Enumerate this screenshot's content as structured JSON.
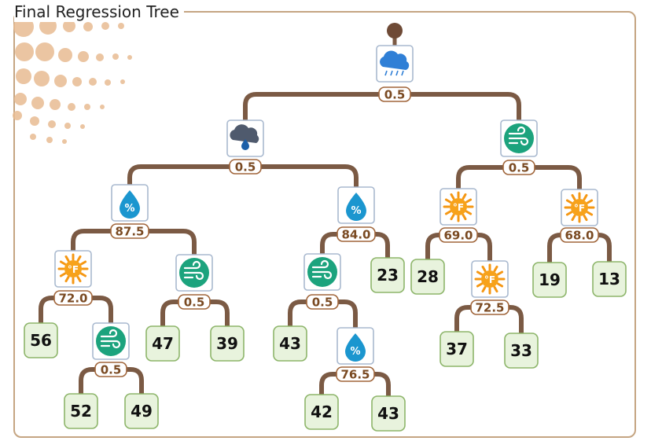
{
  "title": "Final Regression Tree",
  "colors": {
    "branch": "#7b5a44",
    "label_border": "#a0653a",
    "label_text": "#7a4a22",
    "leaf_fill": "#e8f3dd",
    "leaf_border": "#8db56a",
    "icon_bg": "#ffffff",
    "icon_border": "#a9b9cf",
    "dots": "#e8bb92"
  },
  "nodes": [
    {
      "id": "root",
      "icon": "rain-cloud-icon",
      "value": "0.5"
    },
    {
      "id": "L",
      "icon": "cloud-drop-icon",
      "value": "0.5"
    },
    {
      "id": "R",
      "icon": "wind-icon",
      "value": "0.5"
    },
    {
      "id": "LL",
      "icon": "humidity-icon",
      "value": "87.5"
    },
    {
      "id": "LR",
      "icon": "humidity-icon",
      "value": "84.0"
    },
    {
      "id": "RL",
      "icon": "temperature-icon",
      "value": "69.0"
    },
    {
      "id": "RR",
      "icon": "temperature-icon",
      "value": "68.0"
    },
    {
      "id": "LLL",
      "icon": "temperature-icon",
      "value": "72.0"
    },
    {
      "id": "LLR",
      "icon": "wind-icon",
      "value": "0.5"
    },
    {
      "id": "LRL",
      "icon": "wind-icon",
      "value": "0.5"
    },
    {
      "id": "LLLR",
      "icon": "wind-icon",
      "value": "0.5"
    },
    {
      "id": "LRLR",
      "icon": "humidity-icon",
      "value": "76.5"
    },
    {
      "id": "RLR",
      "icon": "temperature-icon",
      "value": "72.5"
    }
  ],
  "leaves": [
    {
      "id": "LLLL",
      "value": "56"
    },
    {
      "id": "LLLRL",
      "value": "52"
    },
    {
      "id": "LLLRR",
      "value": "49"
    },
    {
      "id": "LLRL",
      "value": "47"
    },
    {
      "id": "LLRR",
      "value": "39"
    },
    {
      "id": "LRLL",
      "value": "43"
    },
    {
      "id": "LRLRL",
      "value": "42"
    },
    {
      "id": "LRLRR",
      "value": "43"
    },
    {
      "id": "LRR",
      "value": "23"
    },
    {
      "id": "RLL",
      "value": "28"
    },
    {
      "id": "RLRL",
      "value": "37"
    },
    {
      "id": "RLRR",
      "value": "33"
    },
    {
      "id": "RRL",
      "value": "19"
    },
    {
      "id": "RRR",
      "value": "13"
    }
  ]
}
